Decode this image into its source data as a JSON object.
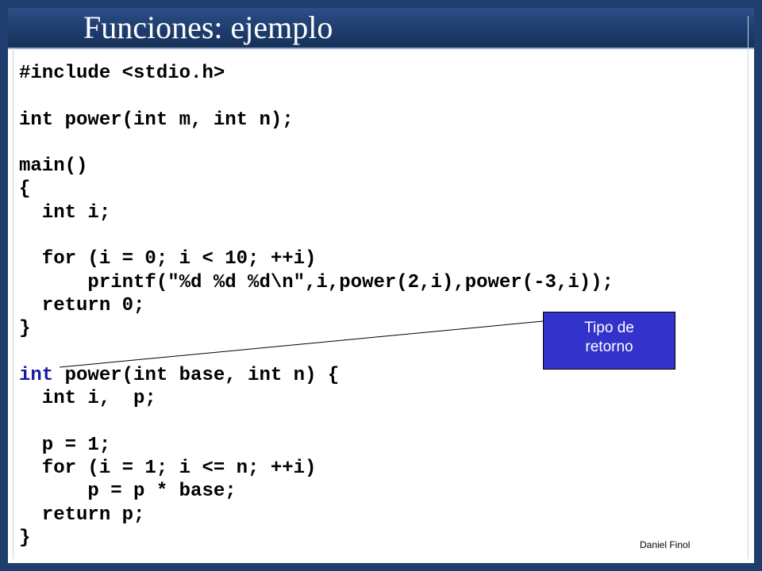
{
  "slide": {
    "title": "Funciones: ejemplo",
    "author": "Daniel Finol"
  },
  "code": {
    "line_01": "#include <stdio.h>",
    "line_02": "",
    "line_03": "int power(int m, int n);",
    "line_04": "",
    "line_05": "main()",
    "line_06": "{",
    "line_07": "  int i;",
    "line_08": "",
    "line_09": "  for (i = 0; i < 10; ++i)",
    "line_10": "      printf(\"%d %d %d\\n\",i,power(2,i),power(-3,i));",
    "line_11": "  return 0;",
    "line_12": "}",
    "line_13": "",
    "line_14_keyword": "int",
    "line_14_rest": " power(int base, int n) {",
    "line_15": "  int i,  p;",
    "line_16": "",
    "line_17": "  p = 1;",
    "line_18": "  for (i = 1; i <= n; ++i)",
    "line_19": "      p = p * base;",
    "line_20": "  return p;",
    "line_21": "}"
  },
  "callout": {
    "line_1": "Tipo de",
    "line_2": "retorno"
  },
  "colors": {
    "frame": "#1e3f6e",
    "callout_bg": "#3333cc",
    "keyword_highlight": "#1a1aa6"
  }
}
